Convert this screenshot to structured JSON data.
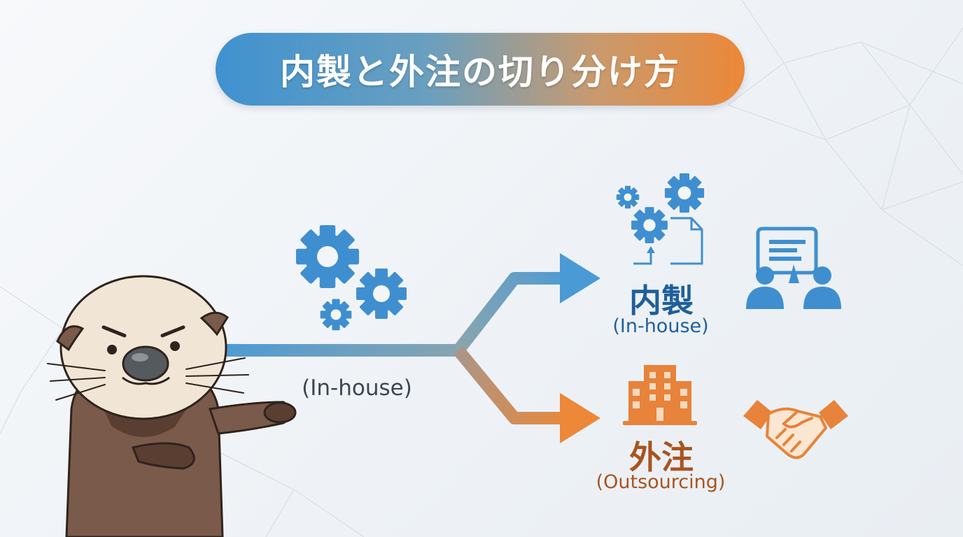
{
  "title": "内製と外注の切り分け方",
  "source": {
    "label": "(In-house)"
  },
  "branches": {
    "inhouse": {
      "title": "内製",
      "subtitle": "(In-house)"
    },
    "outsource": {
      "title": "外注",
      "subtitle": "(Outsourcing)"
    }
  },
  "colors": {
    "blue": "#3f92d0",
    "orange": "#ec8838",
    "inhouse_text": "#1f5f9a",
    "outsource_text": "#a9541f",
    "otter_body": "#7a5a4a",
    "otter_face": "#f1e6d6"
  },
  "icons": {
    "source": "gears-icon",
    "inhouse": [
      "gears-document-icon",
      "team-meeting-icon"
    ],
    "outsource": [
      "office-building-icon",
      "handshake-icon"
    ],
    "mascot": "sea-otter-mascot"
  }
}
